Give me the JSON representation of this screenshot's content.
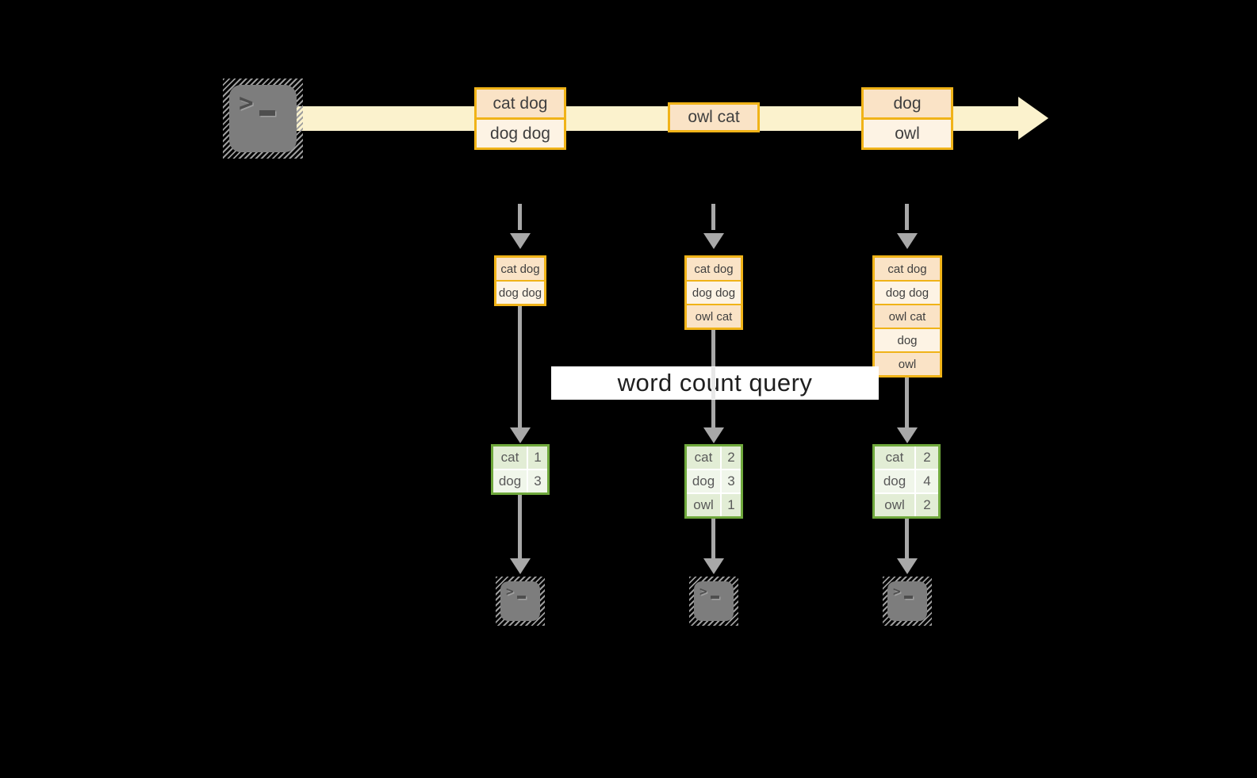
{
  "title": {
    "label": "word count query"
  },
  "stream": {
    "batches": [
      {
        "items": [
          "cat dog",
          "dog dog"
        ]
      },
      {
        "items": [
          "owl cat"
        ]
      },
      {
        "items": [
          "dog",
          "owl"
        ]
      }
    ]
  },
  "micro_batches": [
    {
      "rows": [
        "cat dog",
        "dog dog"
      ]
    },
    {
      "rows": [
        "cat dog",
        "dog dog",
        "owl cat"
      ]
    },
    {
      "rows": [
        "cat dog",
        "dog dog",
        "owl cat",
        "dog",
        "owl"
      ]
    }
  ],
  "results": [
    {
      "rows": [
        [
          "cat",
          "1"
        ],
        [
          "dog",
          "3"
        ]
      ]
    },
    {
      "rows": [
        [
          "cat",
          "2"
        ],
        [
          "dog",
          "3"
        ],
        [
          "owl",
          "1"
        ]
      ]
    },
    {
      "rows": [
        [
          "cat",
          "2"
        ],
        [
          "dog",
          "4"
        ],
        [
          "owl",
          "2"
        ]
      ]
    }
  ],
  "icons": {
    "prompt_char": ">",
    "source_terminal": "terminal-icon",
    "output_terminal": "terminal-icon"
  },
  "colors": {
    "background": "#000000",
    "stream_band": "#fbf2cd",
    "orange_border": "#f0b318",
    "record_peach": "#fae3c6",
    "record_cream": "#fdf3e4",
    "green_border": "#6fa83c",
    "green_fill_dark": "#e2edd5",
    "green_fill_light": "#f0f6ea",
    "arrow_gray": "#a8a8a8",
    "terminal_gray": "#7d7d7d",
    "banner_white": "#ffffff"
  }
}
